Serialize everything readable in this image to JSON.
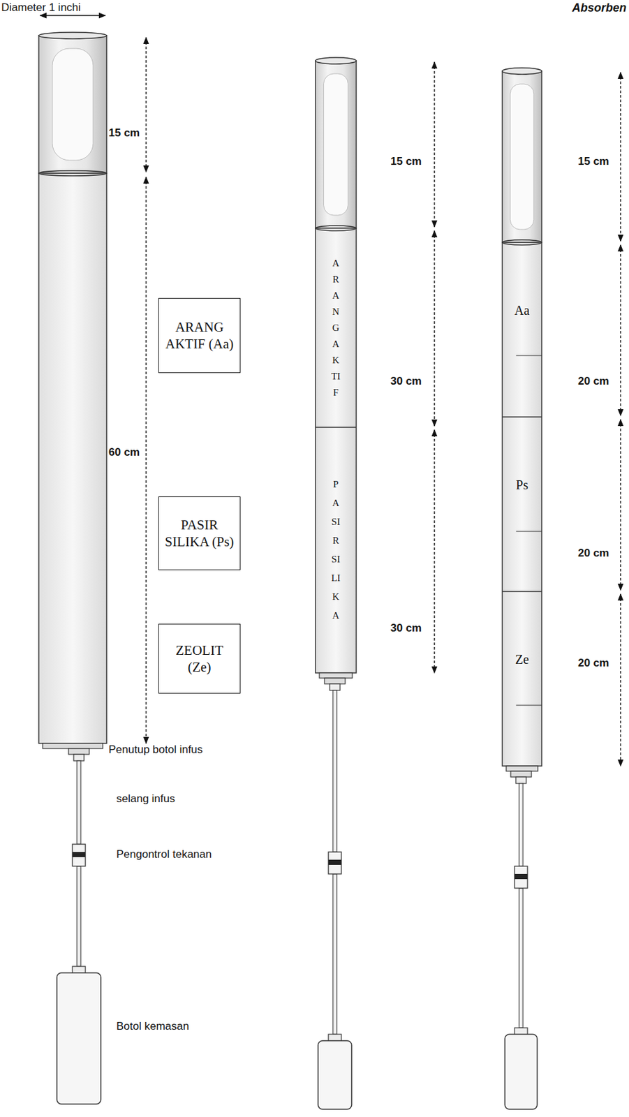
{
  "diagram": {
    "nodes": [
      {
        "text": [
          "ARANG AKTIF (Aa)"
        ]
      },
      {
        "text": [
          "PASIR SILIKA (Ps)"
        ]
      },
      {
        "text": [
          "ZEOLIT (Ze)"
        ]
      },
      {
        "text": [
          "ARANG AKTIF"
        ]
      },
      {
        "text": [
          "PASIR SILIKA"
        ]
      },
      {
        "text": [
          "Aa"
        ]
      },
      {
        "text": [
          "Ps"
        ]
      },
      {
        "text": [
          "Ze"
        ]
      }
    ],
    "labels": [
      "Absorben",
      "Diameter 1 inchi",
      "15 cm",
      "60 cm",
      "Penutup botol infus",
      "selang infus",
      "Pengontrol tekanan",
      "Botol kemasan",
      "15 cm",
      "30 cm",
      "30 cm",
      "15 cm",
      "20 cm",
      "20 cm",
      "20 cm"
    ]
  }
}
